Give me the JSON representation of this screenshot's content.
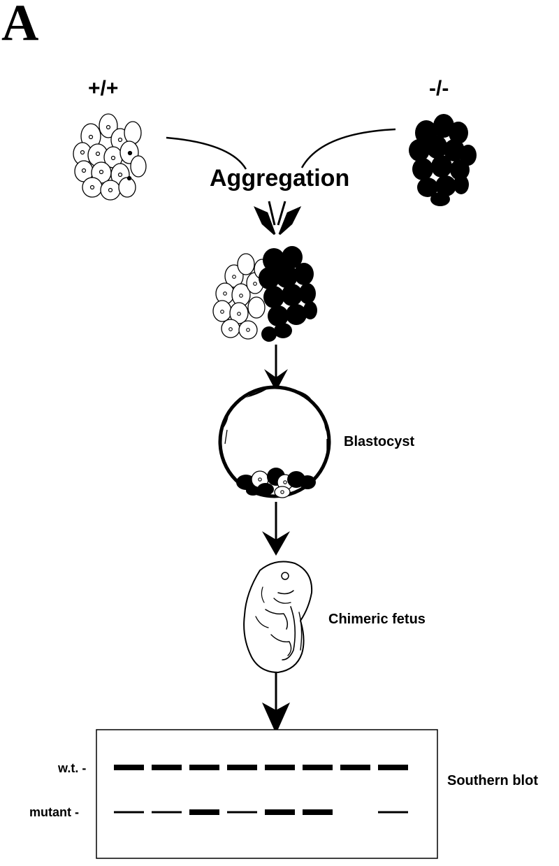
{
  "panel_label": "A",
  "genotypes": {
    "wild_type": "+/+",
    "mutant": "-/-"
  },
  "steps": {
    "aggregation": "Aggregation",
    "blastocyst": "Blastocyst",
    "fetus": "Chimeric fetus",
    "blot": "Southern blot"
  },
  "blot": {
    "row_labels": {
      "wt": "w.t. -",
      "mutant": "mutant -"
    },
    "lanes": 8,
    "wt_band": [
      "strong",
      "strong",
      "strong",
      "strong",
      "strong",
      "strong",
      "strong",
      "strong"
    ],
    "mutant_band": [
      "weak",
      "weak",
      "strong",
      "weak",
      "strong",
      "strong",
      "none",
      "weak"
    ]
  },
  "colors": {
    "ink": "#000000",
    "background": "#ffffff"
  }
}
